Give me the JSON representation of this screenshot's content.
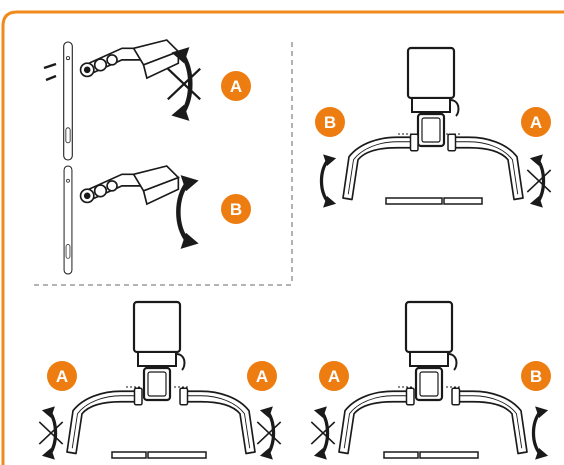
{
  "colors": {
    "frame": "#f08a1c",
    "badge": "#ee7d11",
    "badge_text": "#ffffff",
    "line": "#1a1a1a",
    "fill": "#ffffff",
    "divider": "#888888"
  },
  "panels": {
    "top_left_upper": {
      "badge": "A",
      "arrow": "crossed-vertical-arrow"
    },
    "top_left_lower": {
      "badge": "B",
      "arrow": "curved-vertical-arrow"
    },
    "top_right": {
      "badge_left": "B",
      "badge_right": "A"
    },
    "bottom_left": {
      "badge_left": "A",
      "badge_right": "A"
    },
    "bottom_right": {
      "badge_left": "A",
      "badge_right": "B"
    }
  }
}
